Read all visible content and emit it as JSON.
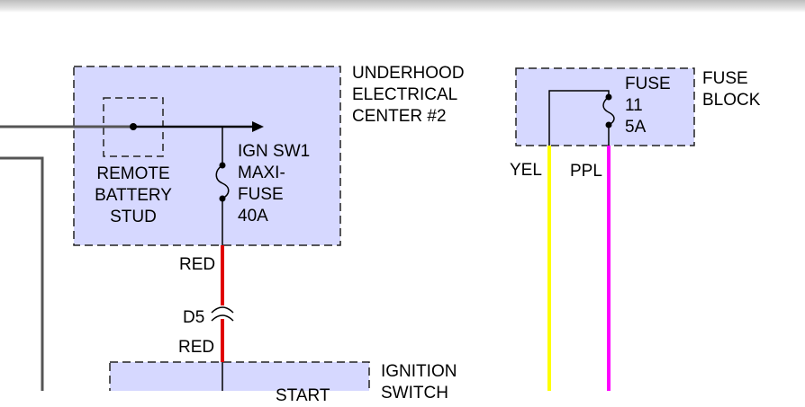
{
  "underhood_center": {
    "title_line1": "UNDERHOOD",
    "title_line2": "ELECTRICAL",
    "title_line3": "CENTER #2"
  },
  "remote_stud": {
    "line1": "REMOTE",
    "line2": "BATTERY",
    "line3": "STUD"
  },
  "maxi_fuse": {
    "line1": "IGN SW1",
    "line2": "MAXI-",
    "line3": "FUSE",
    "line4": "40A"
  },
  "fuse_block": {
    "title_line1": "FUSE",
    "title_line2": "BLOCK",
    "fuse_line1": "FUSE",
    "fuse_line2": "11",
    "fuse_line3": "5A"
  },
  "wires": {
    "yel": "YEL",
    "ppl": "PPL",
    "red_upper": "RED",
    "red_lower": "RED",
    "connector": "D5"
  },
  "ignition_switch": {
    "title_line1": "IGNITION",
    "title_line2": "SWITCH",
    "inner_label": "START"
  },
  "colors": {
    "box_fill": "#d6d8ff",
    "wire_red": "#e00000",
    "wire_yellow": "#ffff00",
    "wire_purple": "#ff00ff",
    "wire_gray": "#555555"
  }
}
